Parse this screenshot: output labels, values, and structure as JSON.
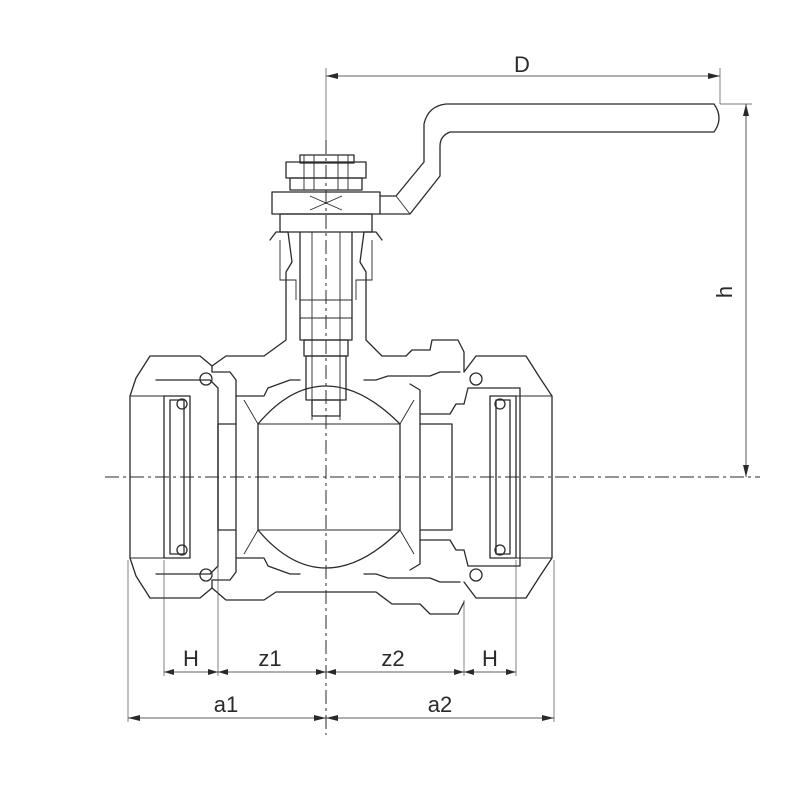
{
  "diagram": {
    "subject": "ball-valve-with-lever-handle",
    "labels": {
      "D": "D",
      "h": "h",
      "H_left": "H",
      "z1": "z1",
      "z2": "z2",
      "H_right": "H",
      "a1": "a1",
      "a2": "a2"
    }
  }
}
